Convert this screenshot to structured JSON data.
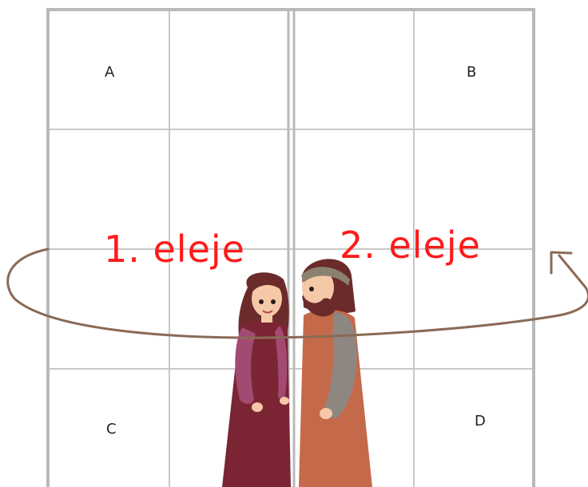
{
  "cells": {
    "a": "A",
    "b": "B",
    "c": "C",
    "d": "D"
  },
  "round_labels": {
    "first": "1. eleje",
    "second": "2. eleje"
  },
  "colors": {
    "grid": "#c8c8c8",
    "frame": "#b9b9b9",
    "labels": "#ff1a1a",
    "arrow": "#8a6a56",
    "woman_dress": "#7b2433",
    "woman_sleeve": "#a24a72",
    "man_robe": "#c46a4a",
    "man_cloak": "#8e8680",
    "man_headband": "#8a826f",
    "hair": "#6c2b2b"
  },
  "figures": [
    "woman-figure",
    "man-figure"
  ]
}
